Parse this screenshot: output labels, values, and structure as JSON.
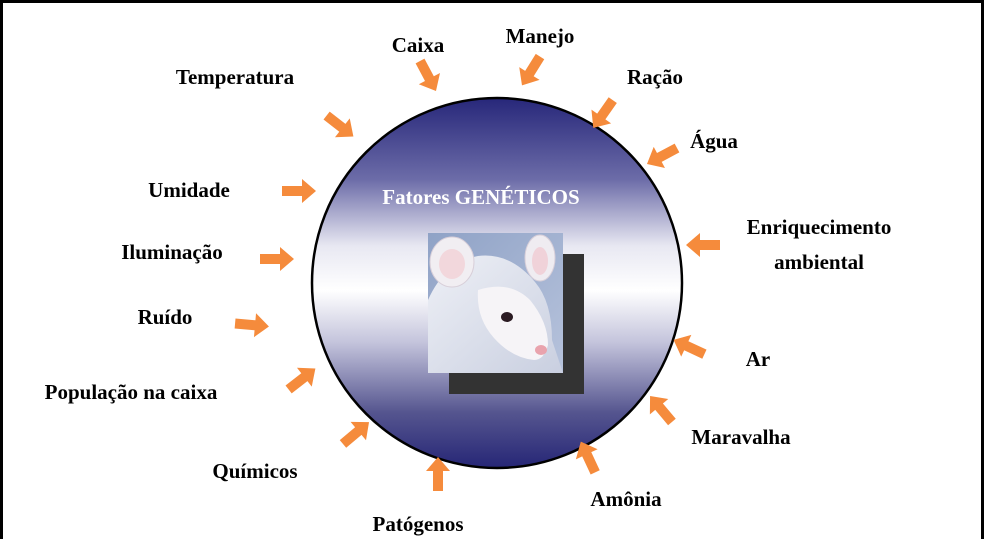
{
  "diagram": {
    "center_title": "Fatores GENÉTICOS",
    "arrow_color": "#f58b3c",
    "circle_gradient": [
      "#28287a",
      "#ffffff",
      "#28287a"
    ],
    "center_image": "white-mouse-photo",
    "factors": [
      {
        "id": "caixa",
        "label": "Caixa"
      },
      {
        "id": "manejo",
        "label": "Manejo"
      },
      {
        "id": "racao",
        "label": "Ração"
      },
      {
        "id": "agua",
        "label": "Água"
      },
      {
        "id": "enriquecimento",
        "label_line1": "Enriquecimento",
        "label_line2": "ambiental"
      },
      {
        "id": "ar",
        "label": "Ar"
      },
      {
        "id": "maravalha",
        "label": "Maravalha"
      },
      {
        "id": "amonia",
        "label": "Amônia"
      },
      {
        "id": "patogenos",
        "label": "Patógenos"
      },
      {
        "id": "quimicos",
        "label": "Químicos"
      },
      {
        "id": "populacao",
        "label": "População na caixa"
      },
      {
        "id": "ruido",
        "label": "Ruído"
      },
      {
        "id": "iluminacao",
        "label": "Iluminação"
      },
      {
        "id": "umidade",
        "label": "Umidade"
      },
      {
        "id": "temperatura",
        "label": "Temperatura"
      }
    ]
  }
}
